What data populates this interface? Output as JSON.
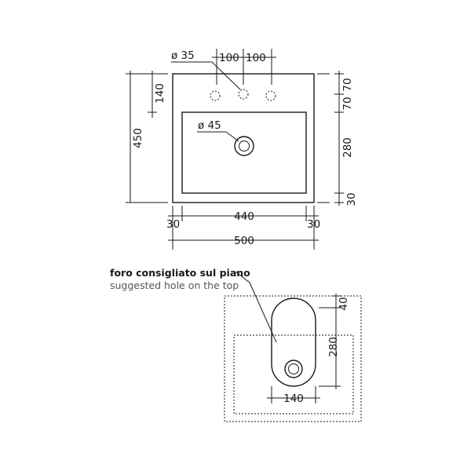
{
  "top_view": {
    "label_hole_diameter": "ø 35",
    "label_spacing_left": "100",
    "label_spacing_right": "100",
    "label_drain_diameter": "ø 45",
    "label_height_total": "450",
    "label_height_tap": "140",
    "label_right_70_top": "70",
    "label_right_70_bottom": "70",
    "label_right_280": "280",
    "label_right_30": "30",
    "label_width_inner": "440",
    "label_side_left": "30",
    "label_side_right": "30",
    "label_width_total": "500"
  },
  "hole_view": {
    "caption_it": "foro consigliato sul piano",
    "caption_en": "suggested hole on the top",
    "label_top_offset": "40",
    "label_height": "280",
    "label_width": "140"
  }
}
